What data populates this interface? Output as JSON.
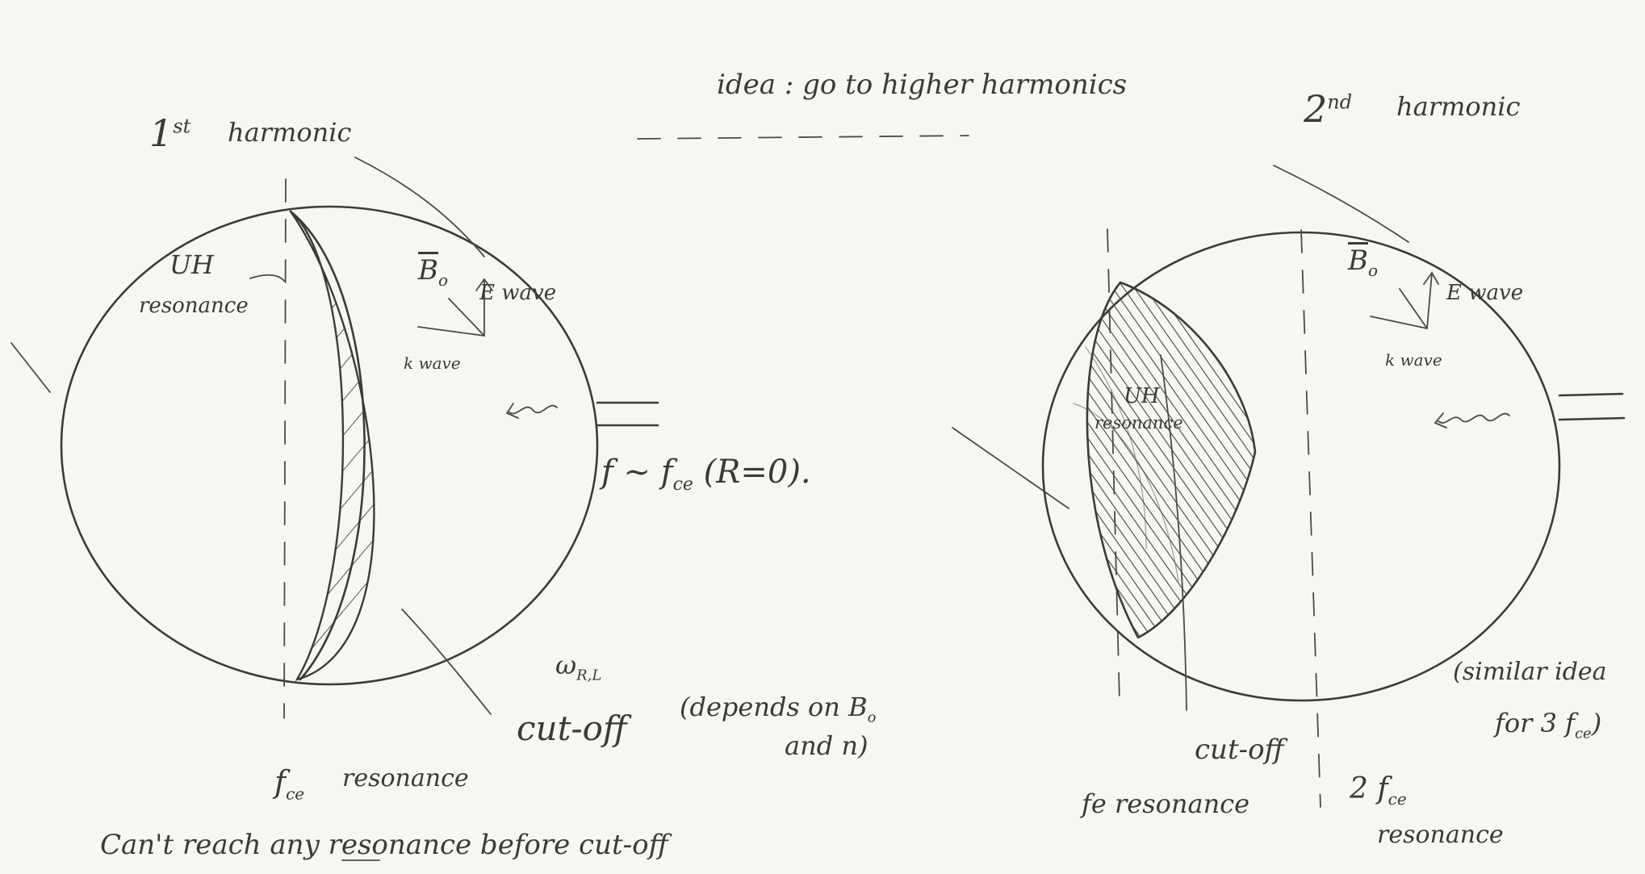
{
  "top": {
    "idea": "idea : go to higher harmonics"
  },
  "left_panel": {
    "harmonic_num": "1",
    "harmonic_sup": "st",
    "harmonic_word": "harmonic",
    "uh_line1": "UH",
    "uh_line2": "resonance",
    "b0": "B",
    "b0_sub": "o",
    "e_wave": "E wave",
    "k_wave": "k wave",
    "approx": "f ~ f",
    "approx_sub": "ce",
    "approx_tail": "(R=0).",
    "omega": "ω",
    "omega_sub": "R,L",
    "cutoff": "cut-off",
    "depends_line1": "(depends on B",
    "depends_sub": "o",
    "depends_line2": "and n)",
    "fce_resonance": "f",
    "fce_sub": "ce",
    "fce_word": "resonance",
    "bottom_note": "Can't reach any resonance before cut-off",
    "bottom_note_parts": [
      "Can't reach ",
      "any",
      " resonance before cut-off"
    ]
  },
  "right_panel": {
    "harmonic_num": "2",
    "harmonic_sup": "nd",
    "harmonic_word": "harmonic",
    "uh_line1": "UH",
    "uh_line2": "resonance",
    "b0": "B",
    "b0_sub": "o",
    "e_wave": "E wave",
    "k_wave": "k wave",
    "similar_line1": "(similar idea",
    "similar_line2": "for 3 f",
    "similar_sub": "ce",
    "similar_tail": ")",
    "cutoff": "cut-off",
    "fce_resonance": "fe resonance",
    "two_fce_line1": "2 f",
    "two_fce_sub": "ce",
    "two_fce_line2": "resonance"
  }
}
